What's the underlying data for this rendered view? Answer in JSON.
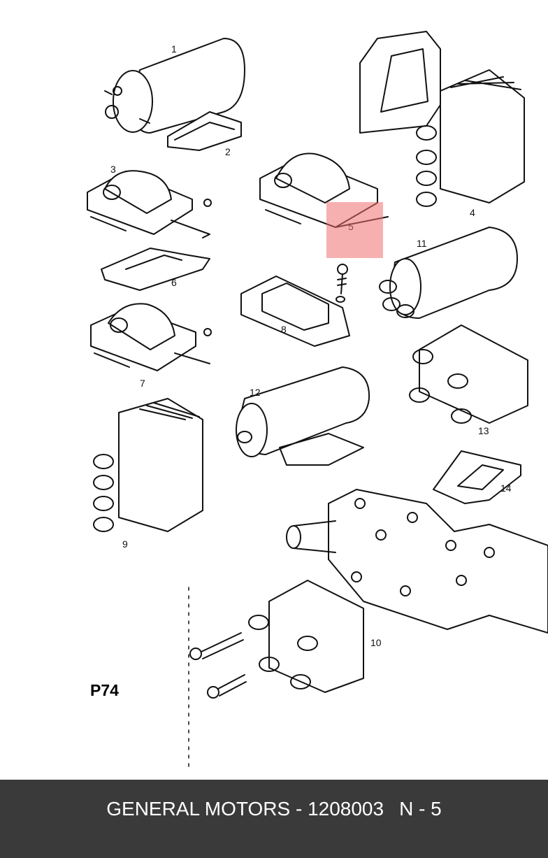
{
  "diagram": {
    "page_code": "P74",
    "part_labels": [
      "1",
      "2",
      "3",
      "4",
      "5",
      "6",
      "7",
      "8",
      "9",
      "10",
      "11",
      "12",
      "13",
      "14"
    ],
    "highlight_color": "#f07070",
    "highlighted_part": "5"
  },
  "footer": {
    "brand": "GENERAL MOTORS",
    "separator": "-",
    "part_number": "1208003",
    "position": "N - 5",
    "background": "#3a3a3a"
  }
}
